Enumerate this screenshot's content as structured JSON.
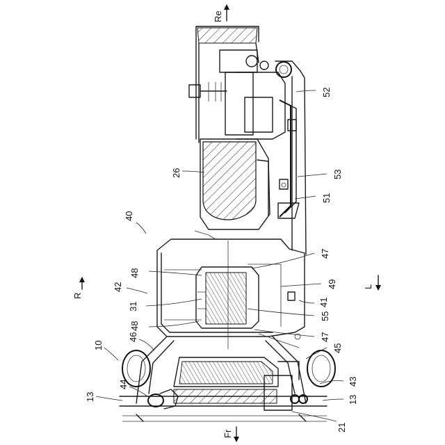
{
  "directions": {
    "rear": "Re",
    "front": "Fr",
    "right": "R",
    "left": "L"
  },
  "labels": {
    "l40": "40",
    "l42": "42",
    "l10": "10",
    "l13a": "13",
    "l13b": "13",
    "l44": "44",
    "l46": "46",
    "l48a": "48",
    "l48b": "48",
    "l31": "31",
    "l26": "26",
    "l52": "52",
    "l53": "53",
    "l51": "51",
    "l47a": "47",
    "l47b": "47",
    "l49": "49",
    "l41": "41",
    "l55": "55",
    "l45": "45",
    "l43": "43",
    "l21": "21"
  }
}
